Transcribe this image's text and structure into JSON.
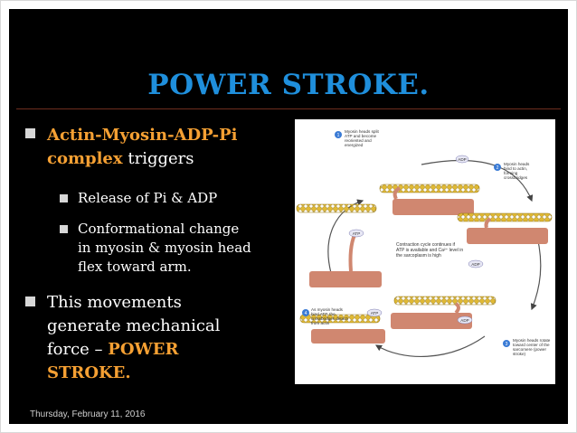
{
  "title": "POWER STROKE.",
  "bullets": {
    "main1_part1": "Actin-Myosin-ADP-Pi",
    "main1_part2": "complex",
    "main1_part3": "triggers",
    "sub1": "Release of Pi & ADP",
    "sub2_line1": "Conformational change",
    "sub2_line2": "in myosin & myosin head",
    "sub2_line3": "flex toward arm.",
    "main2_line1": "This movements",
    "main2_line2": "generate mechanical",
    "main2_line3": "force –",
    "main2_em1": "POWER",
    "main2_em2": "STROKE."
  },
  "figure": {
    "step1_num": "1",
    "step1_text": [
      "Myosin heads split",
      "ATP and become",
      "reoriented and",
      "energized"
    ],
    "step2_num": "2",
    "step2_text": [
      "Myosin heads",
      "bind to actin,",
      "forming",
      "crossbridges"
    ],
    "step3_num": "3",
    "step3_text": [
      "Myosin heads rotate",
      "toward center of the",
      "sarcomere (power",
      "stroke)"
    ],
    "step4_num": "4",
    "step4_text": [
      "As myosin heads",
      "bind ATP, the",
      "crossbridges detach",
      "from actin"
    ],
    "center_text": [
      "Contraction cycle continues if",
      "ATP is available and Ca²⁺ level in",
      "the sarcoplasm is high"
    ],
    "atp": "ATP",
    "adp": "ADP"
  },
  "footer": "Thursday, February 11, 2016",
  "colors": {
    "title": "#1f8fdc",
    "emphasis": "#f5a033",
    "background": "#000000"
  }
}
